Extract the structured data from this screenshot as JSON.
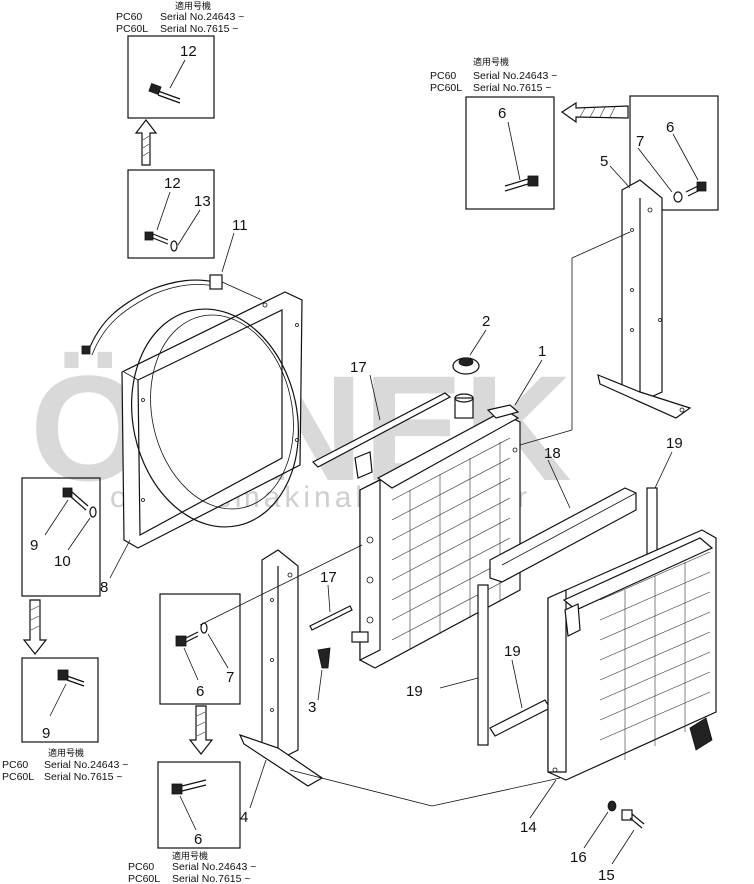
{
  "watermark": {
    "brand": "ÖRNEK",
    "site": "ornekismakinalari.com.tr"
  },
  "applicability": {
    "heading": "適用号機",
    "pc60": "PC60",
    "pc60_serial": "Serial No.24643 ~",
    "pc60l": "PC60L",
    "pc60l_serial": "Serial No.7615 ~"
  },
  "callouts": {
    "n1": "1",
    "n2": "2",
    "n3": "3",
    "n4": "4",
    "n5": "5",
    "n6": "6",
    "n7": "7",
    "n8": "8",
    "n9": "9",
    "n10": "10",
    "n11": "11",
    "n12": "12",
    "n13": "13",
    "n14": "14",
    "n15": "15",
    "n16": "16",
    "n17": "17",
    "n18": "18",
    "n19": "19"
  }
}
